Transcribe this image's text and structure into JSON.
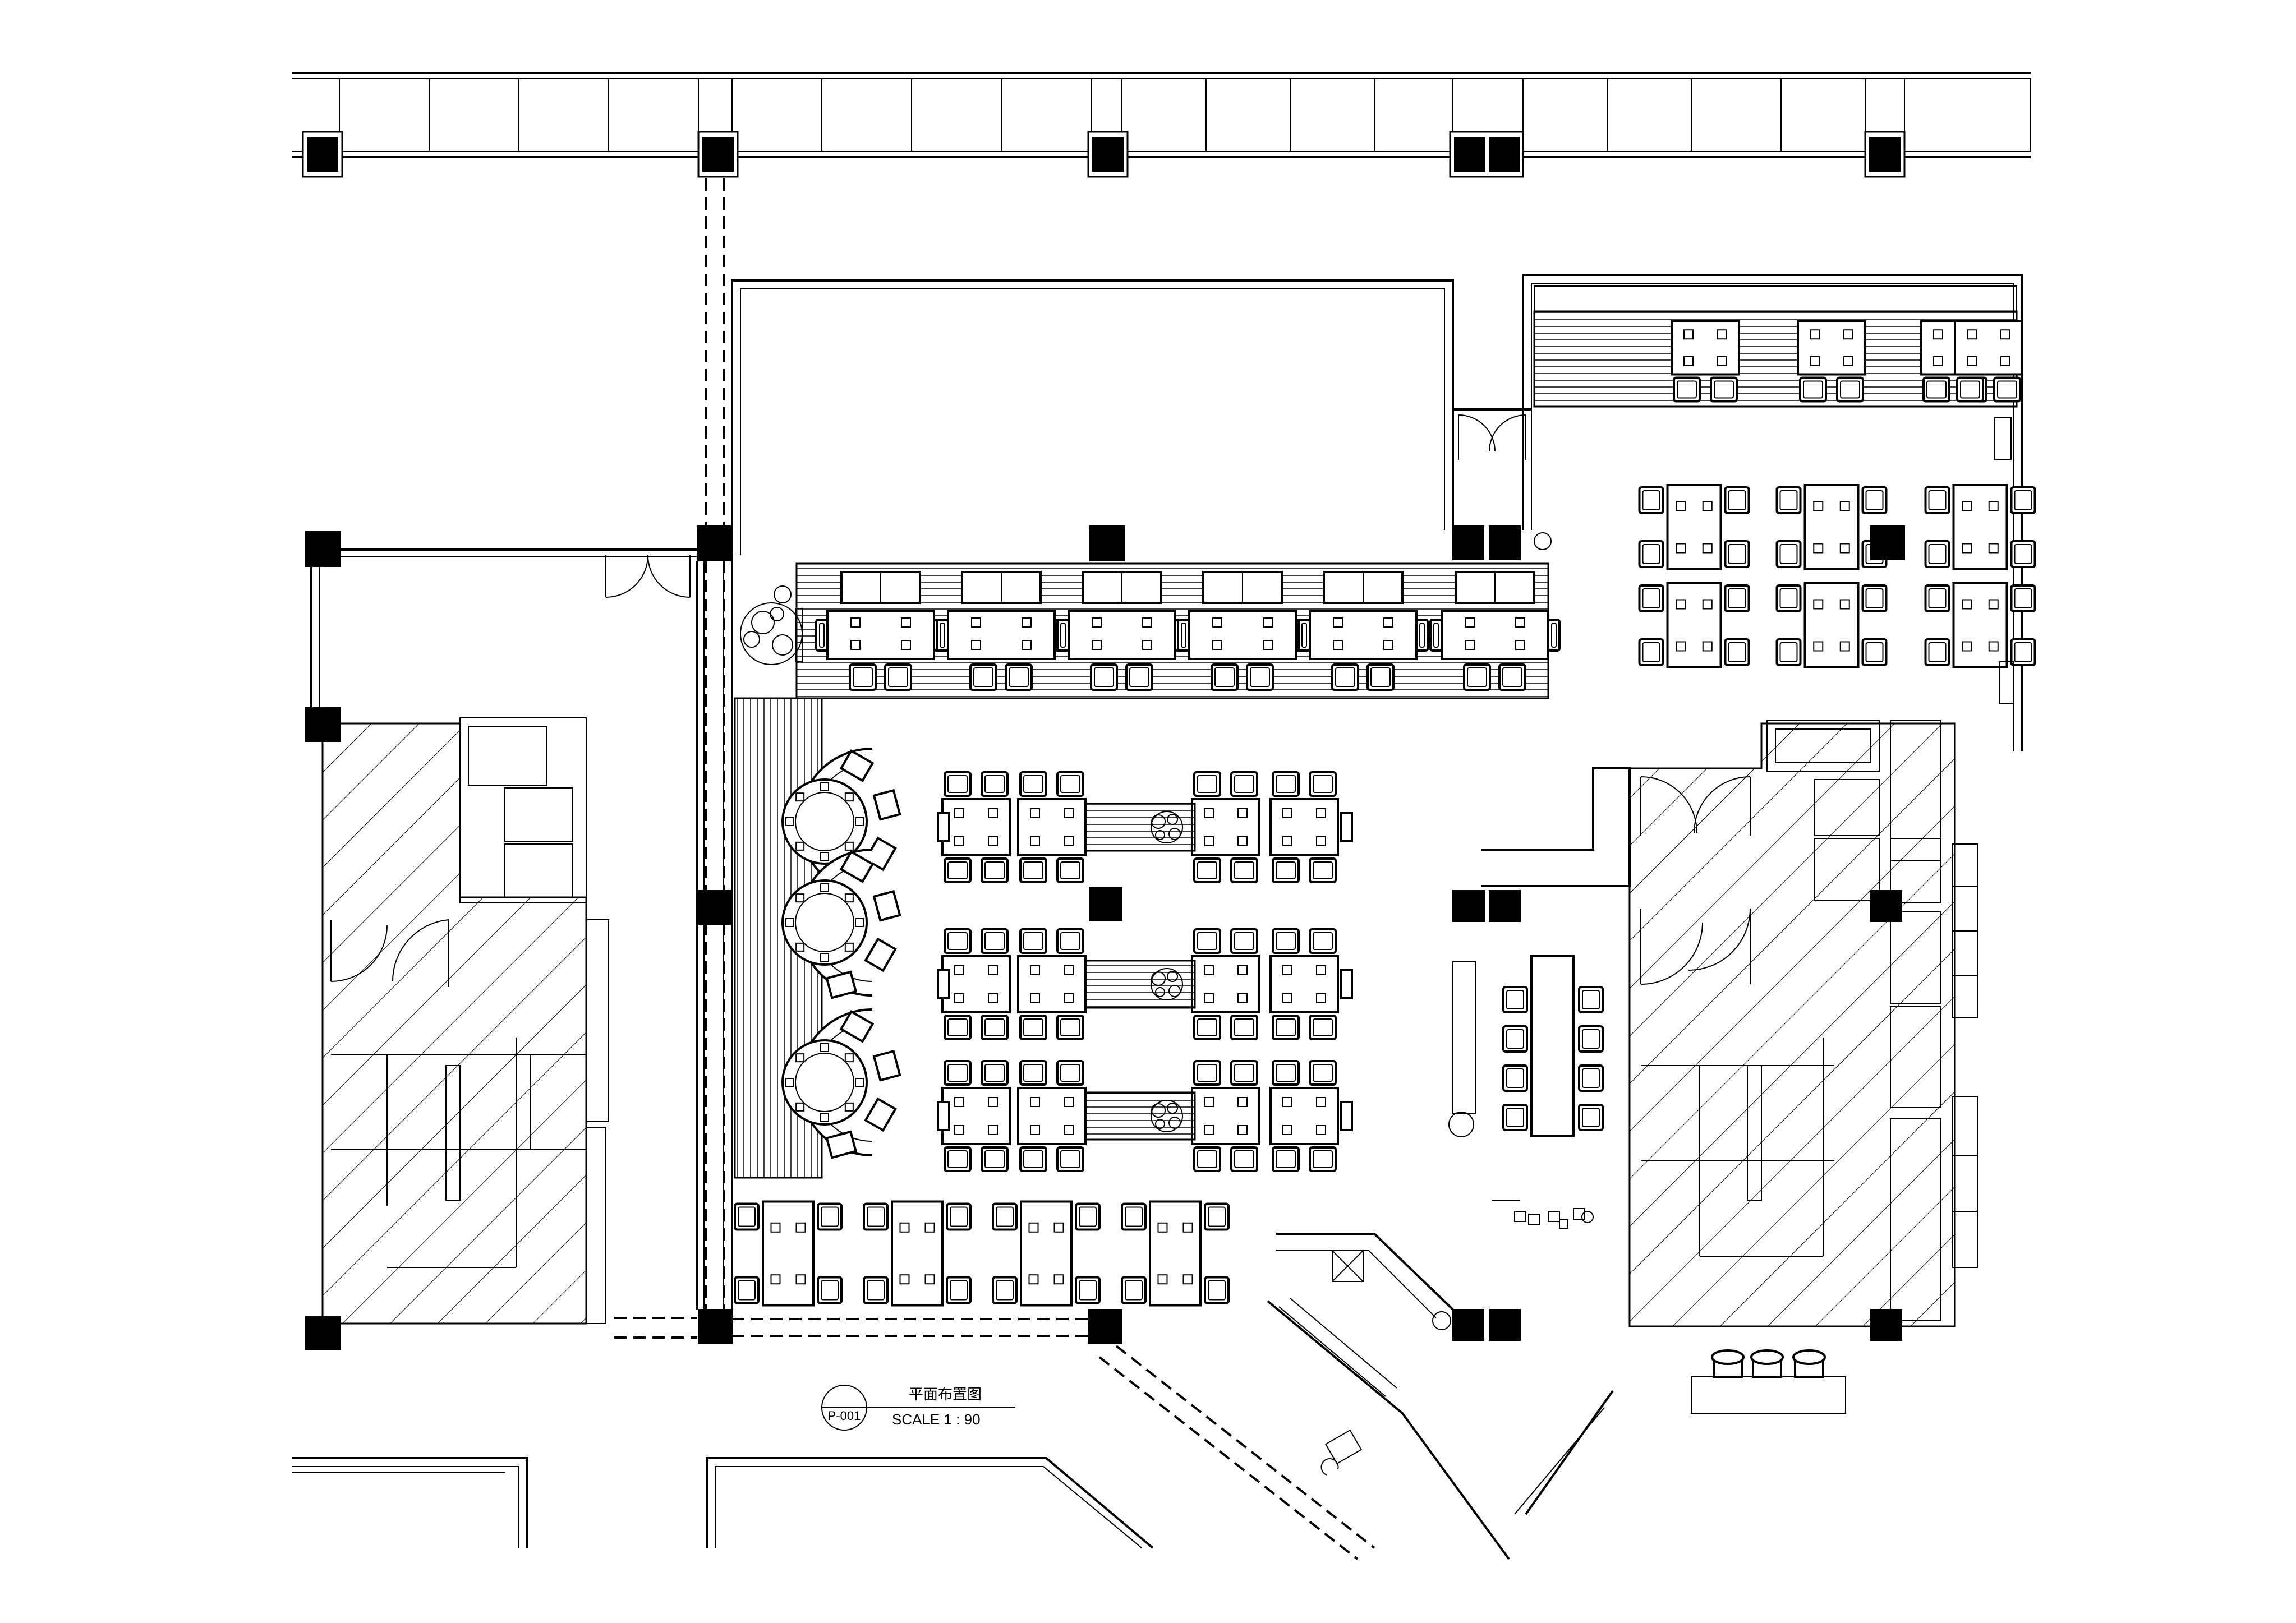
{
  "drawing": {
    "title": "平面布置图",
    "scale": "SCALE 1 : 90",
    "sheet_code": "P-001"
  },
  "icons": {
    "column": "structural-column-icon",
    "door": "door-swing-icon",
    "plant": "planter-icon",
    "stair": "stair-arrow-icon",
    "chair": "chair-icon",
    "dining_table": "dining-table-icon",
    "round_table": "round-table-icon"
  },
  "colors": {
    "line": "#000000",
    "background": "#ffffff"
  }
}
